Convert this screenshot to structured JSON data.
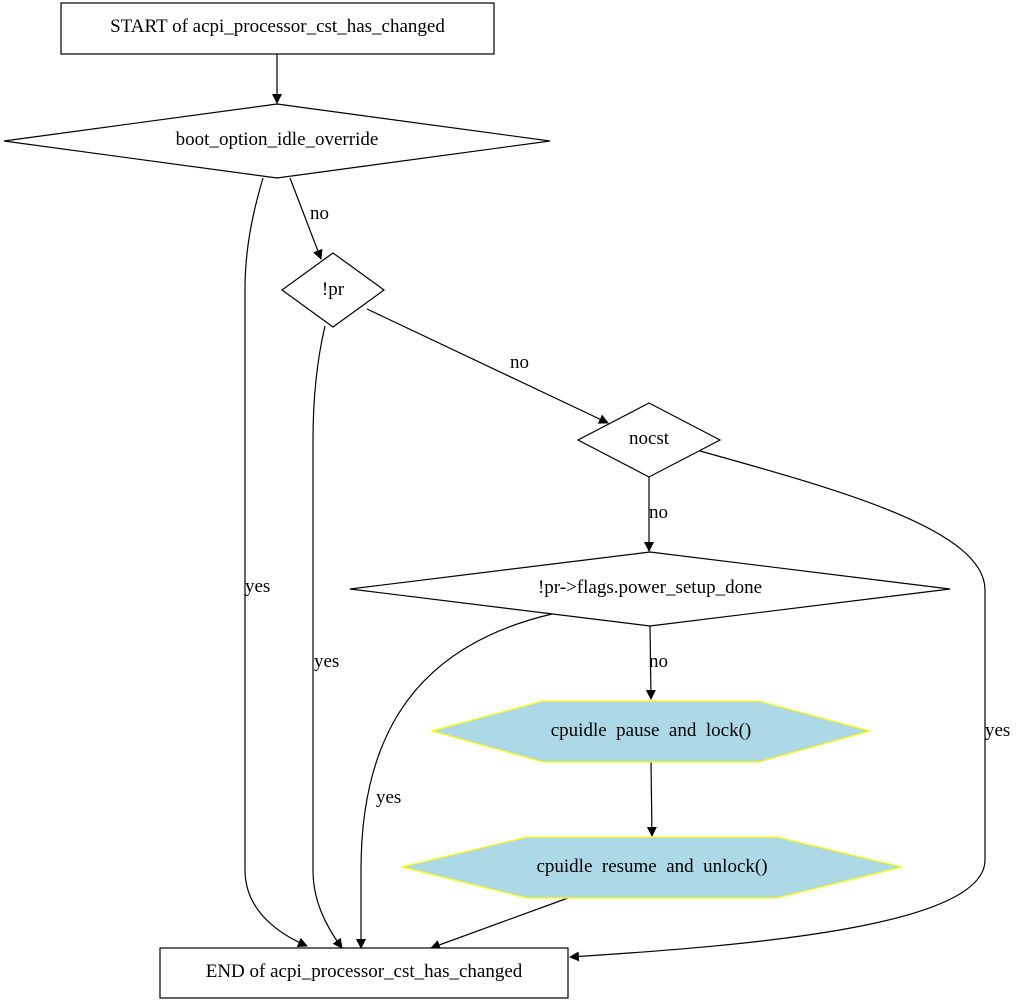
{
  "nodes": {
    "start": "START of acpi_processor_cst_has_changed",
    "boot_option": "boot_option_idle_override",
    "not_pr": "!pr",
    "nocst": "nocst",
    "power_setup": "!pr->flags.power_setup_done",
    "pause_lock": "cpuidle  pause  and  lock()",
    "resume_unlock": "cpuidle  resume  and  unlock()",
    "end": "END of acpi_processor_cst_has_changed"
  },
  "edges": {
    "boot_option_no": "no",
    "boot_option_yes": "yes",
    "not_pr_no": "no",
    "not_pr_yes": "yes",
    "nocst_no": "no",
    "nocst_yes": "yes",
    "power_setup_no": "no",
    "power_setup_yes": "yes"
  },
  "colors": {
    "action_fill": "#add8e6",
    "action_stroke": "#ffff00",
    "line": "#000000",
    "background": "#ffffff"
  }
}
